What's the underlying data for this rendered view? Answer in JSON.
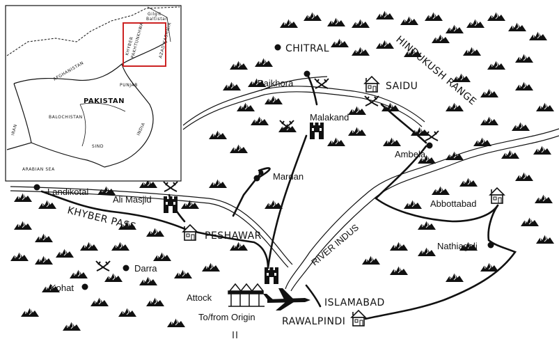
{
  "places": {
    "chitral": "CHITRAL",
    "pajkhora": "Pajkhora",
    "saidu": "SAIDU",
    "malakand": "Malakand",
    "ambela": "Ambela",
    "mardan": "Mardan",
    "landikotal": "Landikotal",
    "ali_masjid": "Ali Masjid",
    "peshawar": "PESHAWAR",
    "abbottabad": "Abbottabad",
    "nathiagali": "Nathiagali",
    "darra": "Darra",
    "kohat": "Kohat",
    "attock": "Attock",
    "islamabad": "ISLAMABAD",
    "rawalpindi": "RAWALPINDI",
    "origin": "To/from Origin"
  },
  "features": {
    "hindukush": "HINDUKUSH RANGE",
    "khyber": "KHYBER PASS",
    "indus": "RIVER INDUS"
  },
  "inset": {
    "afghanistan": "AFGHANISTAN",
    "pakistan": "PAKISTAN",
    "iran": "IRAN",
    "india": "INDIA",
    "balochistan": "BALOCHISTAN",
    "punjab": "PUNJAB",
    "sind": "SIND",
    "arabian_sea": "ARABIAN SEA",
    "gilgit": "Gilgit",
    "baltistan": "Baltistan",
    "khyber_pk": "KHYBER",
    "pakhtunkhwa": "PAKHTUNKHWA",
    "azad_kashmir": "AZAD KASHMIR"
  },
  "colors": {
    "ink": "#111111",
    "inset_highlight": "#cc2222"
  }
}
